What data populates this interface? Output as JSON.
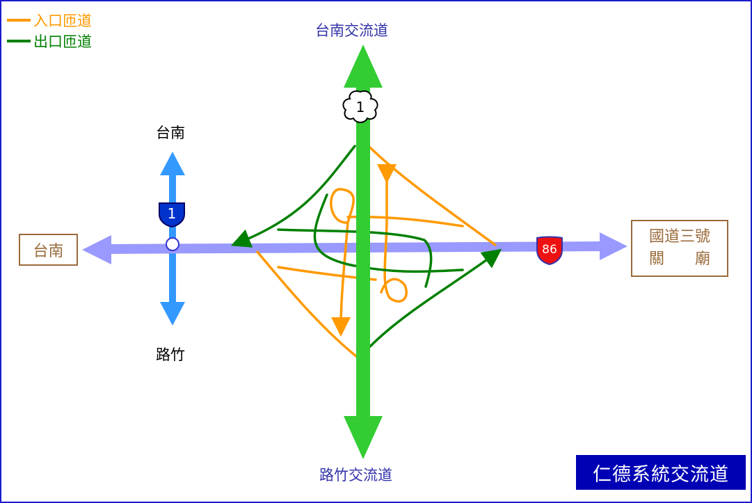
{
  "legend": {
    "entrance": {
      "label": "入口匝道",
      "color": "#ff9900"
    },
    "exit": {
      "label": "出口匝道",
      "color": "#008000"
    }
  },
  "labels": {
    "north_highway": "台南交流道",
    "south_highway": "路竹交流道",
    "local_north": "台南",
    "local_south": "路竹",
    "west_box": "台南",
    "east_box_line1": "國道三號",
    "east_box_line2": "關　　廟"
  },
  "shields": {
    "national_1": "1",
    "provincial_1": "1",
    "expressway_86": "86"
  },
  "title": "仁德系統交流道",
  "colors": {
    "national_freeway": "#33cc33",
    "expressway": "#9999ff",
    "local_road": "#3399ff",
    "label_text": "#3333aa",
    "box_border": "#9a6a3a",
    "title_bg": "#0000b4"
  }
}
